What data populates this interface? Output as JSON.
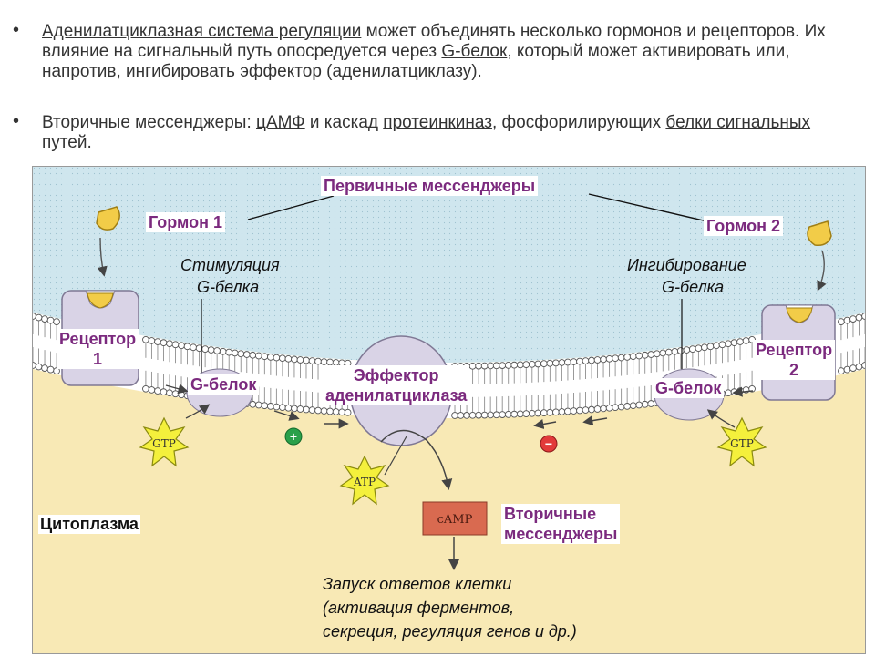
{
  "bullets": [
    {
      "marker": "•",
      "parts": [
        "Аденилатциклазная система регуляции",
        " может объединять несколько гормонов и рецепторов. Их влияние на сигнальный путь опосредуется через ",
        "G-белок",
        ", который может активировать или, напротив, ингибировать эффектор (аденилатциклазу)."
      ]
    },
    {
      "marker": "•",
      "parts": [
        "Вторичные мессенджеры: ",
        "цАМФ",
        " и каскад ",
        "протеинкиназ",
        ", фосфорилирующих ",
        "белки сигнальных путей",
        "."
      ]
    }
  ],
  "diagram": {
    "primary_messengers": "Первичные мессенджеры",
    "hormone1": "Гормон 1",
    "hormone2": "Гормон 2",
    "stimulation": [
      "Стимуляция",
      "G-белка"
    ],
    "inhibition": [
      "Ингибирование",
      "G-белка"
    ],
    "receptor1": [
      "Рецептор",
      "1"
    ],
    "receptor2": [
      "Рецептор",
      "2"
    ],
    "gprotein_left": "G-белок",
    "gprotein_right": "G-белок",
    "effector": [
      "Эффектор",
      "аденилатциклаза"
    ],
    "plus": "+",
    "minus": "−",
    "gtp_left": "GTP",
    "gtp_right": "GTP",
    "atp": "ATP",
    "camp": "cAMP",
    "secondary": [
      "Вторичные",
      "мессенджеры"
    ],
    "cytoplasm": "Цитоплазма",
    "response": [
      "Запуск ответов клетки",
      "(активация ферментов,",
      "секреция, регуляция генов и др.)"
    ],
    "colors": {
      "extracellular": "#cfe6ee",
      "cytoplasm": "#f8e9b5",
      "label_text": "#7b2a7e",
      "hormone": "#f2cc48",
      "receptor": "#d9d3e6",
      "gtp_star": "#f4f03c",
      "camp_box": "#d96a50",
      "plus_circle": "#2aa04a",
      "minus_circle": "#e23a3a"
    }
  }
}
